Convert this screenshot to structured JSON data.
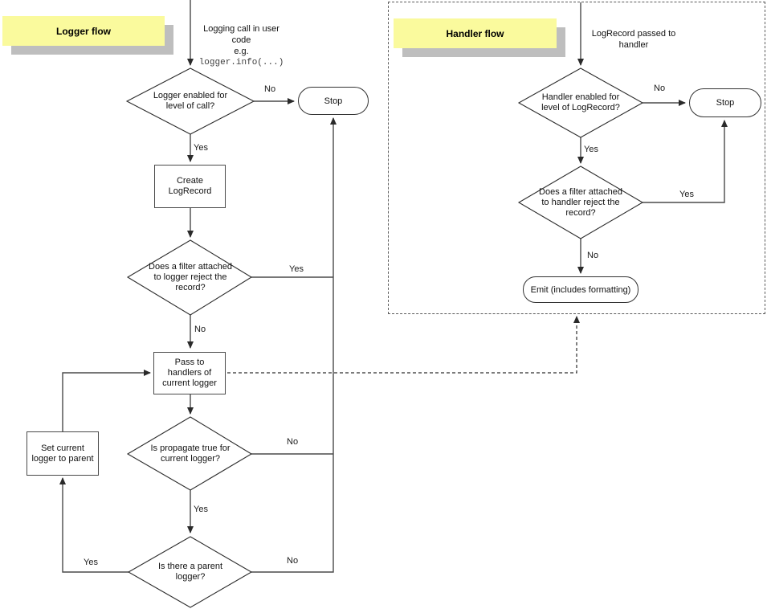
{
  "common": {
    "yes": "Yes",
    "no": "No"
  },
  "colors": {
    "title_bg": "#FAFA9D",
    "title_shadow": "#BEBEBE",
    "line": "#4a4a4a",
    "background": "#ffffff"
  },
  "logger_flow": {
    "title": "Logger flow",
    "entry_lines": "Logging call in user\ncode\ne.g.",
    "entry_code": "logger.info(...)",
    "nodes": {
      "level_check": "Logger enabled for\nlevel of call?",
      "stop": "Stop",
      "create": "Create\nLogRecord",
      "filter_check": "Does a filter attached\nto logger reject the\nrecord?",
      "pass": "Pass to\nhandlers of\ncurrent logger",
      "propagate_check": "Is propagate true for\ncurrent logger?",
      "parent_check": "Is there a parent\nlogger?",
      "set_parent": "Set current\nlogger to parent"
    }
  },
  "handler_flow": {
    "title": "Handler flow",
    "entry_lines": "LogRecord passed to\nhandler",
    "nodes": {
      "level_check": "Handler enabled for\nlevel of LogRecord?",
      "stop": "Stop",
      "filter_check": "Does a filter attached\nto handler reject the\nrecord?",
      "emit": "Emit (includes formatting)"
    }
  }
}
